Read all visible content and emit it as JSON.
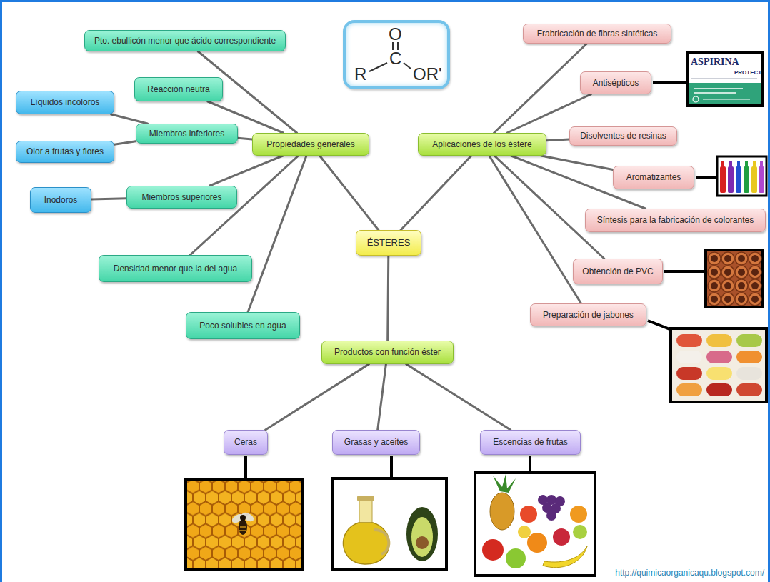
{
  "diagram": {
    "nodes": [
      {
        "text": [
          "Pto. ebullicón menor que ácido correspondiente"
        ]
      },
      {
        "text": [
          "O",
          "R",
          "C",
          "OR'"
        ]
      },
      {
        "text": [
          "Frabricación de fibras sintéticas"
        ]
      },
      {
        "text": [
          "Reacción neutra"
        ]
      },
      {
        "text": [
          "Antisépticos"
        ]
      },
      {
        "text": [
          "Líquidos incoloros"
        ]
      },
      {
        "text": [
          "Miembros inferiores"
        ]
      },
      {
        "text": [
          "Propiedades generales"
        ]
      },
      {
        "text": [
          "Aplicaciones de los éstere"
        ]
      },
      {
        "text": [
          "Disolventes de resinas"
        ]
      },
      {
        "text": [
          "Olor a frutas y flores"
        ]
      },
      {
        "text": [
          "Aromatizantes"
        ]
      },
      {
        "text": [
          "Inodoros"
        ]
      },
      {
        "text": [
          "Miembros superiores"
        ]
      },
      {
        "text": [
          "Síntesis para la fabricación de colorantes"
        ]
      },
      {
        "text": [
          "ÉSTERES"
        ]
      },
      {
        "text": [
          "Densidad menor que la del agua"
        ]
      },
      {
        "text": [
          "Obtención de PVC"
        ]
      },
      {
        "text": [
          "Preparación de jabones"
        ]
      },
      {
        "text": [
          "Poco solubles en agua"
        ]
      },
      {
        "text": [
          "Productos con función éster"
        ]
      },
      {
        "text": [
          "Ceras"
        ]
      },
      {
        "text": [
          "Grasas y aceites"
        ]
      },
      {
        "text": [
          "Escencias de frutas"
        ]
      }
    ],
    "edges": [
      {
        "from": 15,
        "to": 7,
        "arrow": "none"
      },
      {
        "from": 15,
        "to": 8,
        "arrow": "none"
      },
      {
        "from": 15,
        "to": 20,
        "arrow": "none"
      },
      {
        "from": 7,
        "to": 0,
        "arrow": "none"
      },
      {
        "from": 7,
        "to": 3,
        "arrow": "none"
      },
      {
        "from": 7,
        "to": 6,
        "arrow": "none"
      },
      {
        "from": 7,
        "to": 13,
        "arrow": "none"
      },
      {
        "from": 7,
        "to": 16,
        "arrow": "none"
      },
      {
        "from": 7,
        "to": 19,
        "arrow": "none"
      },
      {
        "from": 6,
        "to": 5,
        "arrow": "none"
      },
      {
        "from": 6,
        "to": 10,
        "arrow": "none"
      },
      {
        "from": 13,
        "to": 12,
        "arrow": "none"
      },
      {
        "from": 8,
        "to": 2,
        "arrow": "none"
      },
      {
        "from": 8,
        "to": 4,
        "arrow": "none"
      },
      {
        "from": 8,
        "to": 9,
        "arrow": "none"
      },
      {
        "from": 8,
        "to": 11,
        "arrow": "none"
      },
      {
        "from": 8,
        "to": 14,
        "arrow": "none"
      },
      {
        "from": 8,
        "to": 17,
        "arrow": "none"
      },
      {
        "from": 8,
        "to": 18,
        "arrow": "none"
      },
      {
        "from": 20,
        "to": 21,
        "arrow": "none"
      },
      {
        "from": 20,
        "to": 22,
        "arrow": "none"
      },
      {
        "from": 20,
        "to": 23,
        "arrow": "none"
      }
    ],
    "labels": [
      "ASPIRINA",
      "PROTECT",
      "http://quimicaorganicaqu.blogspot.com/"
    ]
  }
}
